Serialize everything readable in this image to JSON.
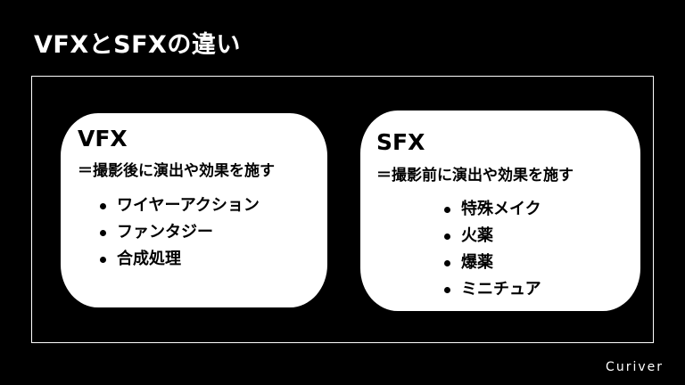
{
  "slide": {
    "title": "VFXとSFXの違い",
    "brand": "Curiver"
  },
  "cards": [
    {
      "title": "VFX",
      "description": "＝撮影後に演出や効果を施す",
      "items": [
        "ワイヤーアクション",
        "ファンタジー",
        "合成処理"
      ]
    },
    {
      "title": "SFX",
      "description": "＝撮影前に演出や効果を施す",
      "items": [
        "特殊メイク",
        "火薬",
        "爆薬",
        "ミニチュア"
      ]
    }
  ],
  "colors": {
    "background": "#000000",
    "card": "#ffffff",
    "text_on_card": "#000000",
    "text_on_background": "#ffffff"
  }
}
